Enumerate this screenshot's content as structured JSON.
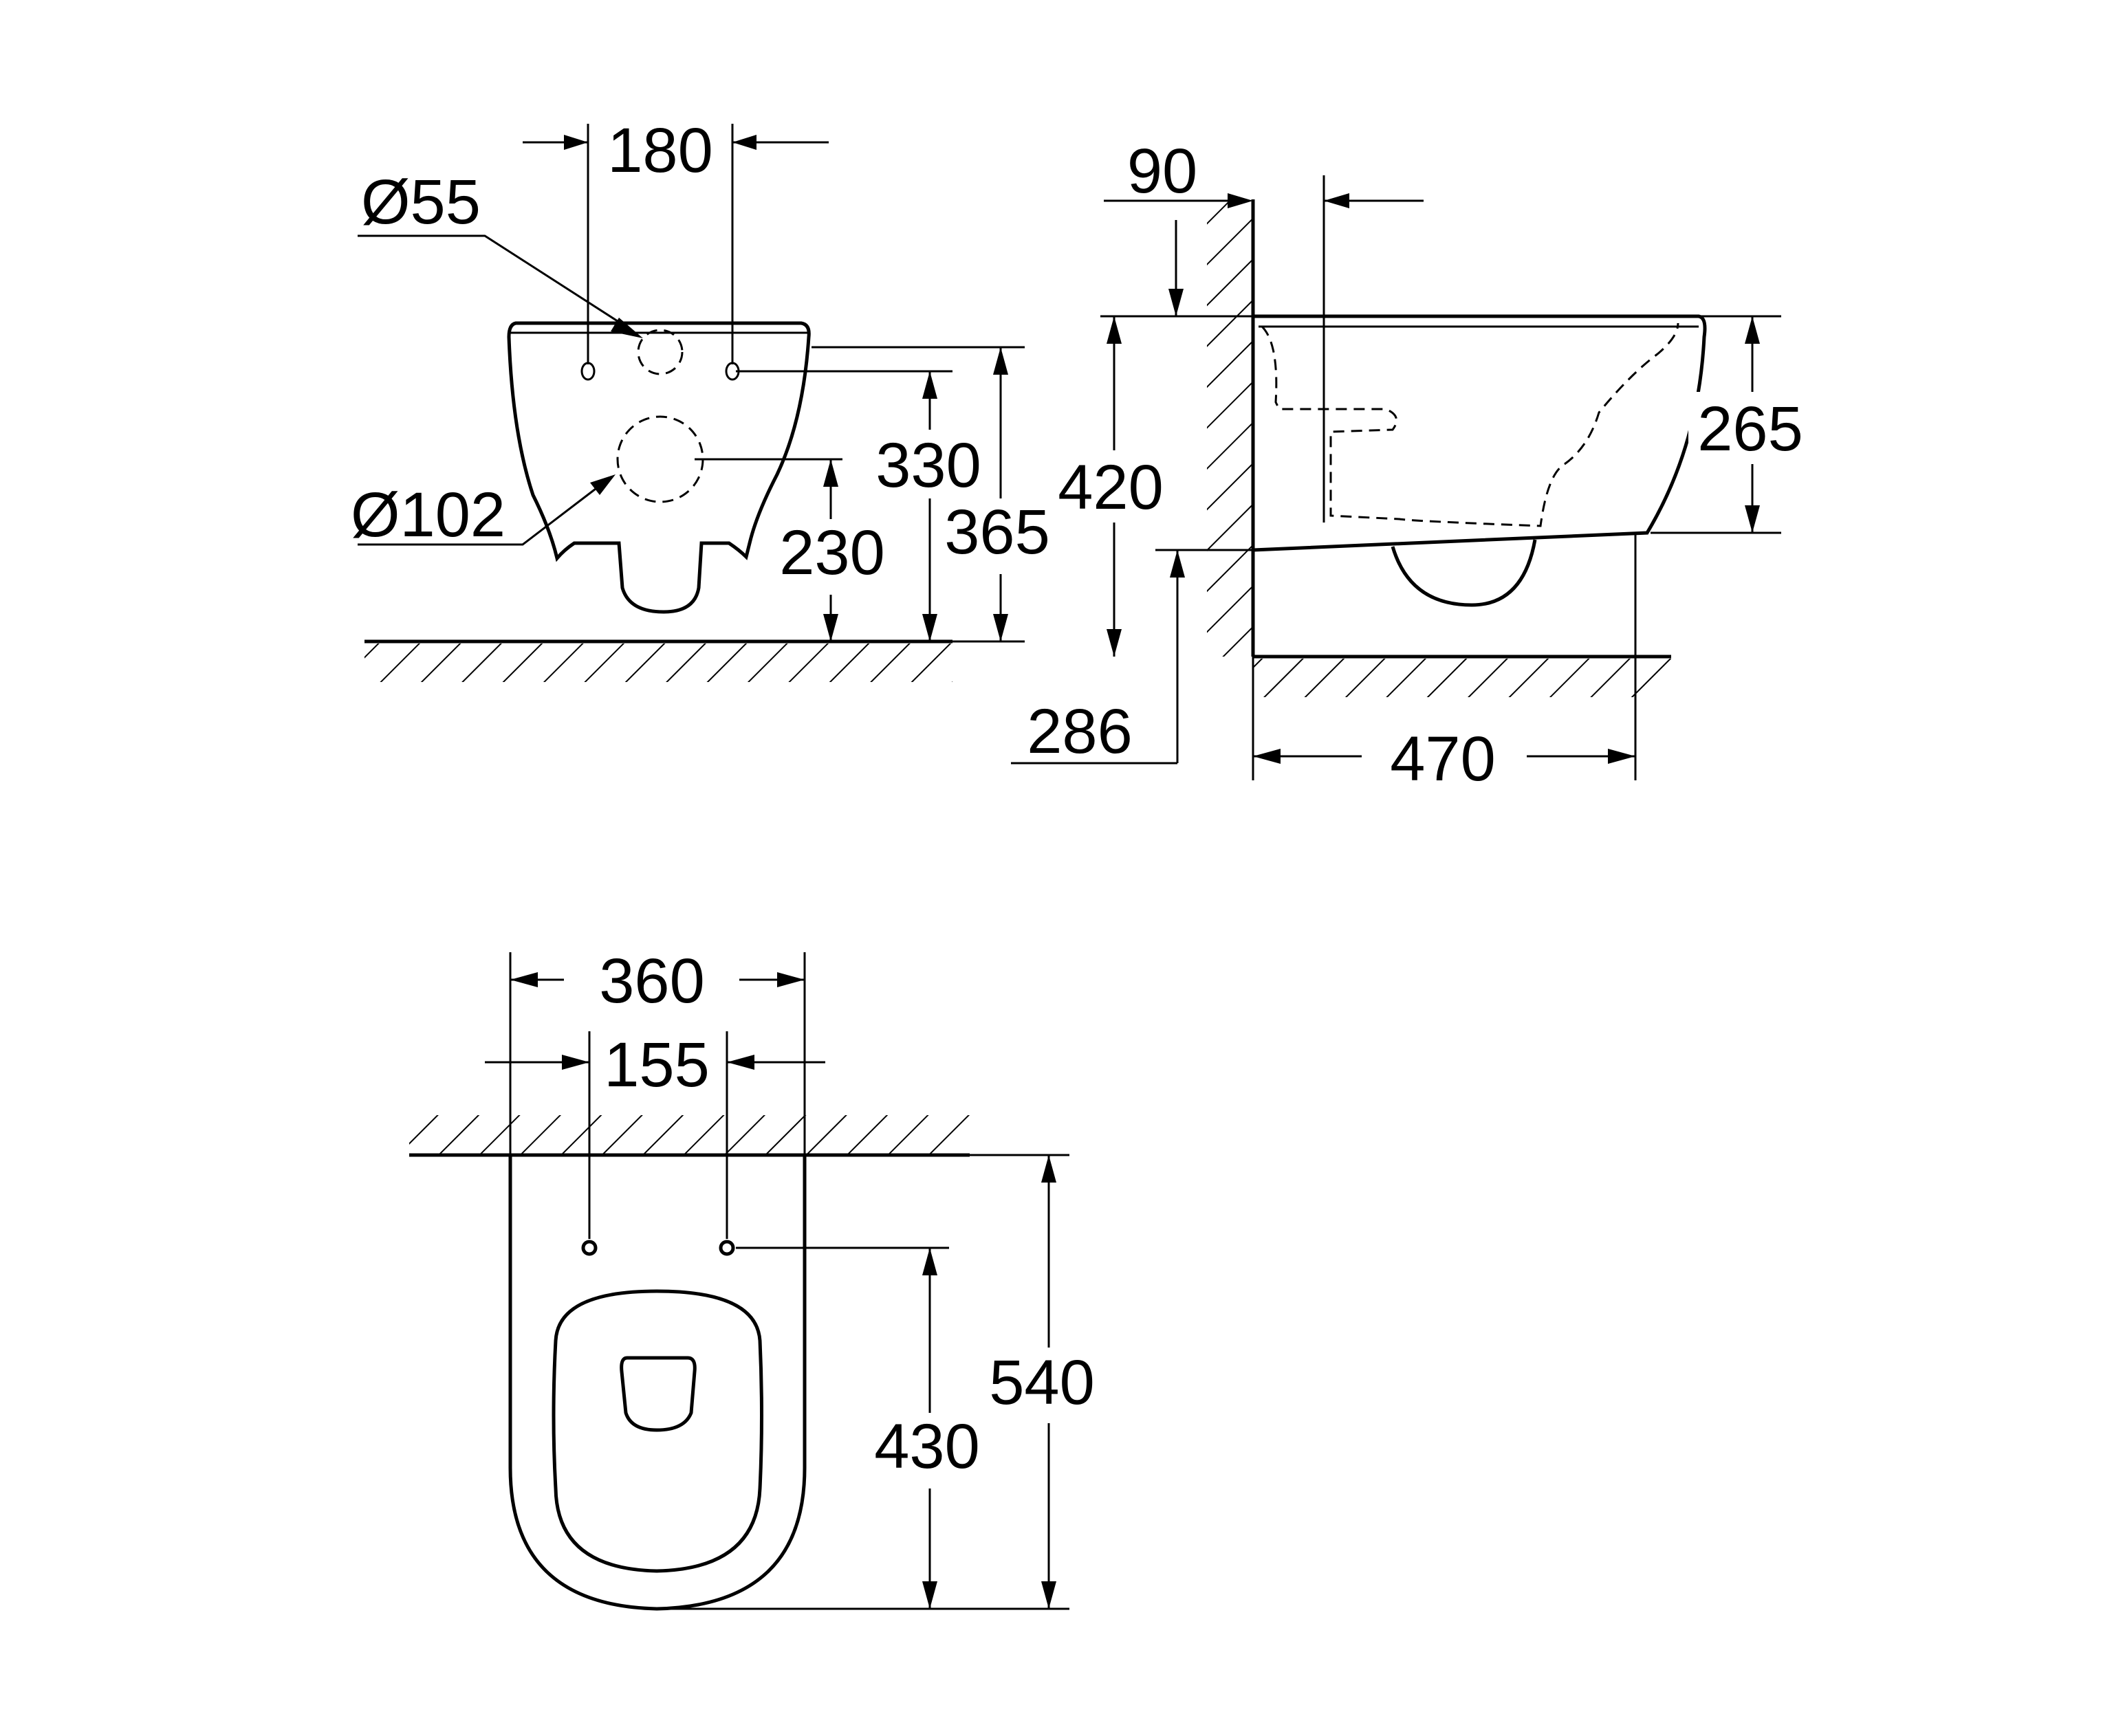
{
  "front_view": {
    "dim_fix_spacing": "180",
    "dim_inlet_dia": "Ø55",
    "dim_outlet_dia": "Ø102",
    "dim_outlet_height": "230",
    "dim_fix_height": "330",
    "dim_total_height": "365"
  },
  "side_view": {
    "dim_wall_offset": "90",
    "dim_rim_height": "420",
    "dim_body_height": "265",
    "dim_outlet_height": "286",
    "dim_projection": "470"
  },
  "top_view": {
    "dim_width": "360",
    "dim_fix_spacing": "155",
    "dim_length": "540",
    "dim_fix_to_front": "430"
  },
  "colors": {
    "line": "#000000",
    "background": "#ffffff"
  }
}
